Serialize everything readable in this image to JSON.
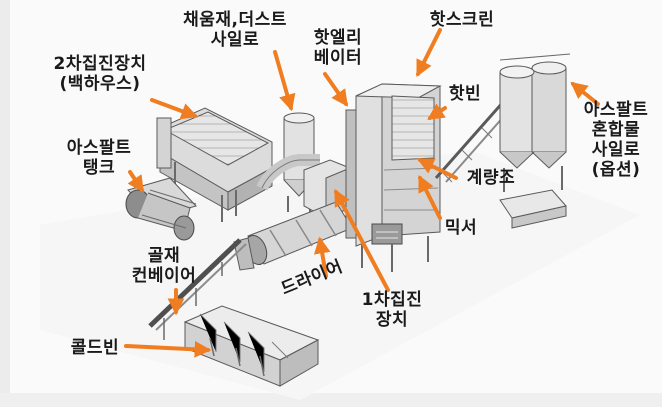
{
  "diagram": {
    "colors": {
      "arrow": "#f07d1f",
      "steel_light": "#eeeeee",
      "steel_mid": "#cfcfcf",
      "steel_dark": "#8f8f8f",
      "outline": "#5a5a5a"
    },
    "labels": {
      "dust_silo": [
        "채움재,더스트",
        "사일로"
      ],
      "baghouse": [
        "2차집진장치",
        "(백하우스)"
      ],
      "hot_elevator": [
        "핫엘리",
        "베이터"
      ],
      "hot_screen": [
        "핫스크린"
      ],
      "hot_bin": [
        "핫빈"
      ],
      "asphalt_mix_silo": [
        "아스팔트",
        "혼합물",
        "사일로",
        "(옵션)"
      ],
      "asphalt_tank": [
        "아스팔트",
        "탱크"
      ],
      "weigh_hopper": [
        "계량조"
      ],
      "mixer": [
        "믹서"
      ],
      "aggregate_conveyor": [
        "골재",
        "컨베이어"
      ],
      "dryer": [
        "드라이어"
      ],
      "primary_dust_collector": [
        "1차집진",
        "장치"
      ],
      "cold_bin": [
        "콜드빈"
      ]
    }
  }
}
